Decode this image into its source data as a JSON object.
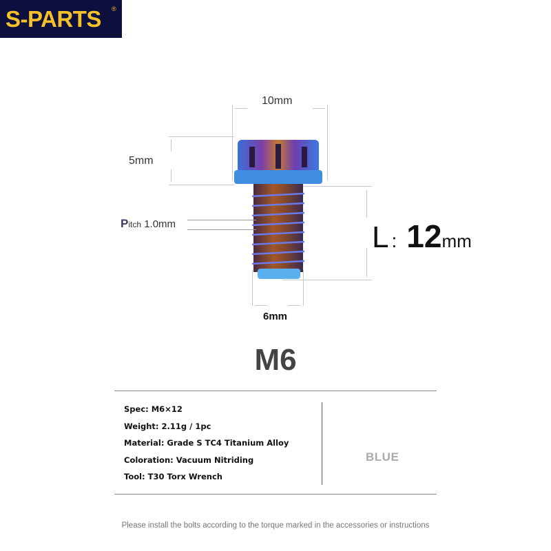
{
  "brand": {
    "name": "S-PARTS",
    "registered": "®",
    "bg_color": "#0d0f3d",
    "text_color": "#f4c12a"
  },
  "dimensions": {
    "head_width": "10mm",
    "head_height": "5mm",
    "pitch_prefix": "P",
    "pitch_suffix": "itch",
    "pitch_value": " 1.0mm",
    "thread_diameter": "6mm",
    "length_label": "L",
    "length_sep": ":",
    "length_value": "12",
    "length_unit": "mm"
  },
  "size_title": "M6",
  "specs": [
    "Spec: M6×12",
    "Weight: 2.11g / 1pc",
    "Material: Grade S TC4 Titanium Alloy",
    "Coloration: Vacuum Nitriding",
    "Tool: T30 Torx Wrench"
  ],
  "color_option": "BLUE",
  "footer_note": "Please install the bolts according to the torque marked in the accessories or instructions"
}
